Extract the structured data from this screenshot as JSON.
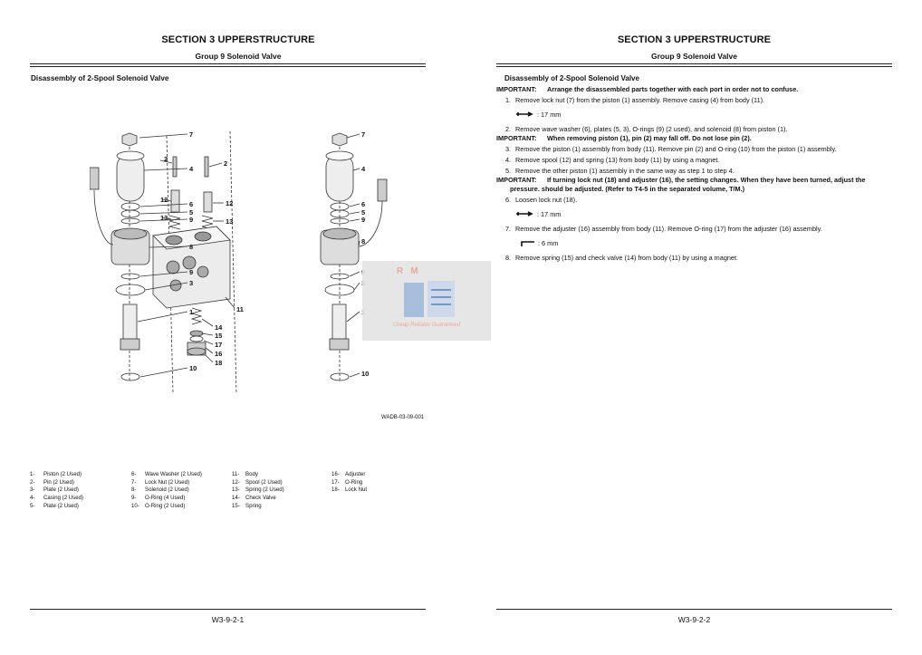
{
  "left_page": {
    "section": "SECTION 3 UPPERSTRUCTURE",
    "group": "Group 9 Solenoid Valve",
    "subtitle": "Disassembly of 2-Spool Solenoid Valve",
    "figure_code": "WADB-03-09-001",
    "callouts": [
      "7",
      "4",
      "6",
      "5",
      "9",
      "8",
      "9",
      "3",
      "1",
      "10",
      "2",
      "2",
      "12",
      "13",
      "12",
      "13",
      "11",
      "14",
      "15",
      "17",
      "16",
      "18",
      "7",
      "4",
      "6",
      "5",
      "9",
      "8",
      "9",
      "3",
      "1",
      "10"
    ],
    "legend": [
      [
        [
          "1-",
          "Piston (2 Used)"
        ],
        [
          "2-",
          "Pin (2 Used)"
        ],
        [
          "3-",
          "Plate (2 Used)"
        ],
        [
          "4-",
          "Casing (2 Used)"
        ],
        [
          "5-",
          "Plate (2 Used)"
        ]
      ],
      [
        [
          "6-",
          "Wave Washer (2 Used)"
        ],
        [
          "7-",
          "Lock Nut (2 Used)"
        ],
        [
          "8-",
          "Solenoid (2 Used)"
        ],
        [
          "9-",
          "O-Ring (4 Used)"
        ],
        [
          "10-",
          "O-Ring (2 Used)"
        ]
      ],
      [
        [
          "11-",
          "Body"
        ],
        [
          "12-",
          "Spool (2 Used)"
        ],
        [
          "13-",
          "Spring (2 Used)"
        ],
        [
          "14-",
          "Check Valve"
        ],
        [
          "15-",
          "Spring"
        ]
      ],
      [
        [
          "16-",
          "Adjuster"
        ],
        [
          "17-",
          "O-Ring"
        ],
        [
          "18-",
          "Lock Nut"
        ]
      ]
    ],
    "page_number": "W3-9-2-1"
  },
  "right_page": {
    "section": "SECTION 3 UPPERSTRUCTURE",
    "group": "Group 9 Solenoid Valve",
    "subtitle": "Disassembly of 2-Spool Solenoid Valve",
    "important_1_key": "IMPORTANT:",
    "important_1": "Arrange the disassembled parts together with each port in order not to confuse.",
    "step_1": "Remove lock nut (7) from the piston (1) assembly. Remove casing (4) from body (11).",
    "tool_1": ": 17 mm",
    "step_2": "Remove wave washer (6), plates (5, 3), O-rings (9) (2 used), and solenoid (8) from piston (1).",
    "important_2_key": "IMPORTANT:",
    "important_2": "When removing piston (1), pin (2) may fall off. Do not lose pin (2).",
    "step_3": "Remove the piston (1) assembly from body (11). Remove pin (2) and O-ring (10) from the piston (1) assembly.",
    "step_4": "Remove spool (12) and spring (13) from body (11) by using a magnet.",
    "step_5": "Remove the other piston (1) assembly in the same way as step 1 to step 4.",
    "important_3_key": "IMPORTANT:",
    "important_3": "If turning lock nut (18) and adjuster (16), the setting changes. When they have been turned, adjust the pressure. should be adjusted. (Refer to T4-5 in the separated volume, T/M.)",
    "step_6": "Loosen lock nut (18).",
    "tool_2": ": 17 mm",
    "step_7": "Remove the adjuster (16) assembly from body (11). Remove O-ring (17) from the adjuster (16) assembly.",
    "tool_3": ": 6 mm",
    "step_8": "Remove spring (15) and check valve (14) from body (11) by using a magnet.",
    "page_number": "W3-9-2-2"
  },
  "watermark": {
    "logo": "RM",
    "tagline": "Cheap Reliable Guaranteed",
    "color": "#e8a39a"
  }
}
